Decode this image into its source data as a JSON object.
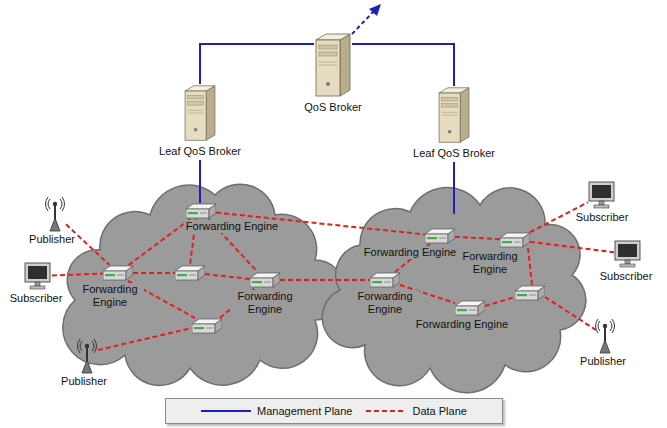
{
  "diagram": {
    "nodes": [
      {
        "text": [
          "QoS Broker"
        ]
      },
      {
        "text": [
          "Leaf QoS Broker"
        ]
      },
      {
        "text": [
          "Leaf QoS Broker"
        ]
      },
      {
        "text": [
          "Publisher"
        ]
      },
      {
        "text": [
          "Forwarding Engine"
        ]
      },
      {
        "text": [
          "Subscriber"
        ]
      },
      {
        "text": [
          "Forwarding Engine"
        ]
      },
      {
        "text": [
          "Forwarding Engine"
        ]
      },
      {
        "text": [
          "Publisher"
        ]
      },
      {
        "text": [
          "Forwarding Engine"
        ]
      },
      {
        "text": [
          "Forwarding Engine"
        ]
      },
      {
        "text": [
          "Subscriber"
        ]
      },
      {
        "text": [
          "Subscriber"
        ]
      },
      {
        "text": [
          "Forwarding Engine"
        ]
      },
      {
        "text": [
          "Forwarding Engine"
        ]
      },
      {
        "text": [
          "Publisher"
        ]
      }
    ],
    "edges": [
      {
        "from": 0,
        "to": 1,
        "arrow": "none"
      },
      {
        "from": 0,
        "to": 2,
        "arrow": "none"
      },
      {
        "from": 3,
        "to": 6,
        "arrow": "none"
      },
      {
        "from": 5,
        "to": 6,
        "arrow": "none"
      },
      {
        "from": 4,
        "to": 6,
        "arrow": "none"
      },
      {
        "from": 4,
        "to": 7,
        "arrow": "none"
      },
      {
        "from": 4,
        "to": 9,
        "arrow": "none"
      },
      {
        "from": 7,
        "to": 13,
        "arrow": "none"
      },
      {
        "from": 9,
        "to": 10,
        "arrow": "none"
      },
      {
        "from": 9,
        "to": 13,
        "arrow": "none"
      },
      {
        "from": 13,
        "to": 14,
        "arrow": "none"
      },
      {
        "from": 10,
        "to": 11,
        "arrow": "none"
      },
      {
        "from": 10,
        "to": 12,
        "arrow": "none"
      }
    ],
    "legend": [
      {
        "text": "Management Plane"
      },
      {
        "text": "Data Plane"
      }
    ]
  }
}
